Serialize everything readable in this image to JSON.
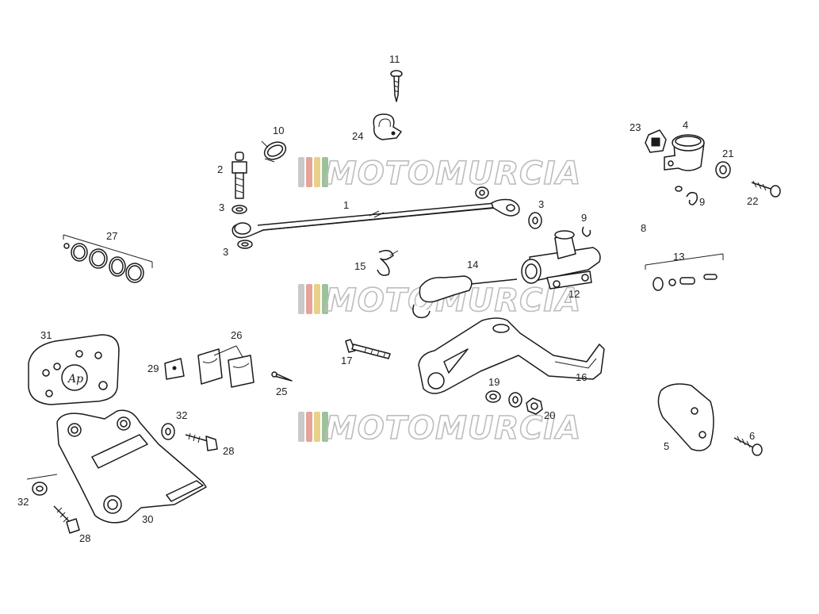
{
  "watermark": {
    "text": "MOTOMURCIA",
    "stripe_colors": [
      "#c9c9c9",
      "#e6a39a",
      "#e8d08a",
      "#9cc29a"
    ],
    "text_color": "#bdbdbd"
  },
  "callouts": [
    "1",
    "2",
    "3",
    "4",
    "5",
    "6",
    "8",
    "9",
    "10",
    "11",
    "12",
    "13",
    "14",
    "15",
    "16",
    "17",
    "19",
    "20",
    "21",
    "22",
    "23",
    "24",
    "25",
    "26",
    "27",
    "28",
    "29",
    "30",
    "31",
    "32"
  ]
}
